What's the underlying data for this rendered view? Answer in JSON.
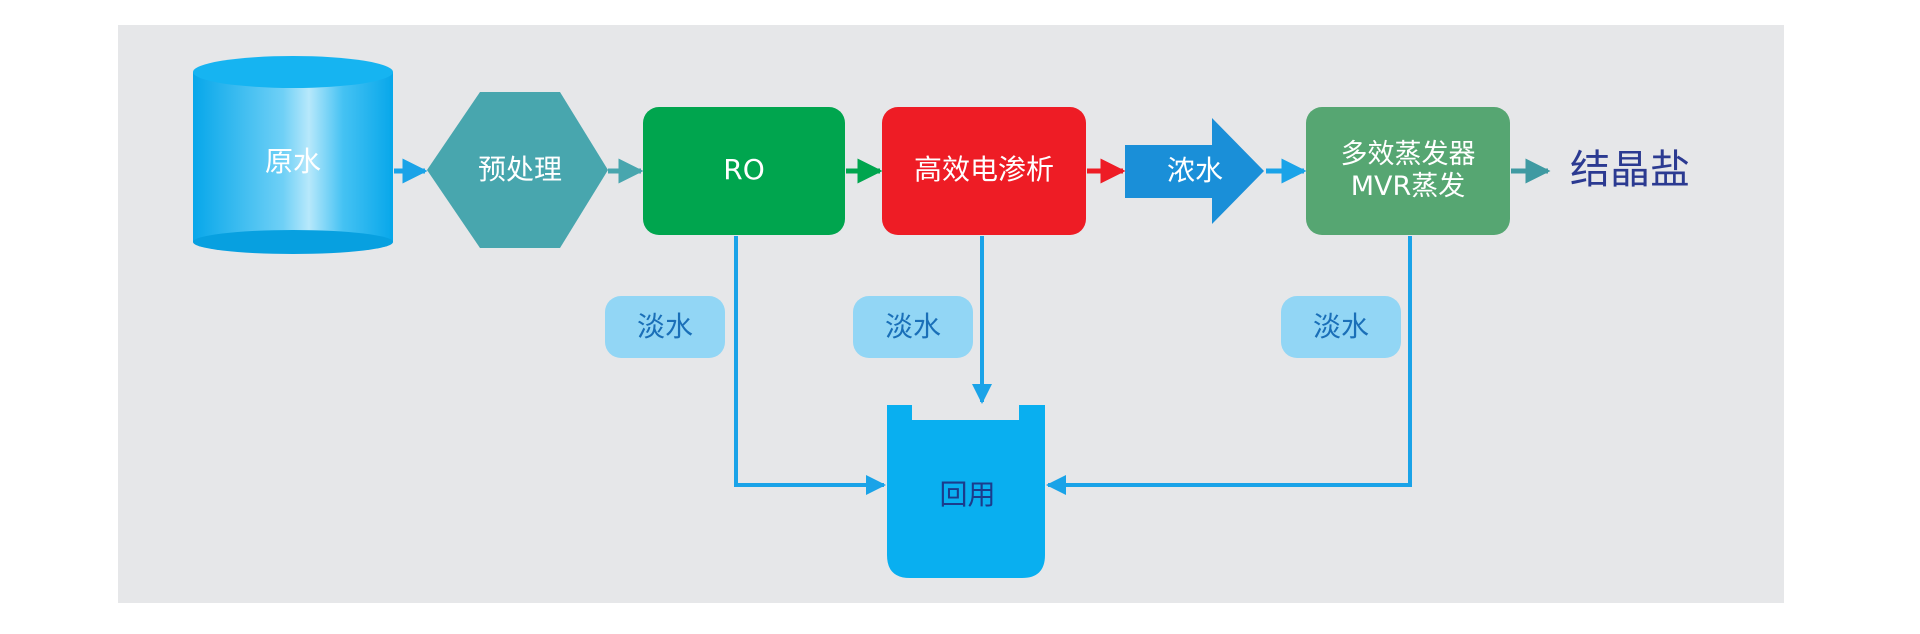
{
  "diagram": {
    "nodes": {
      "raw_water": "原水",
      "pretreatment": "预处理",
      "ro": "RO",
      "electrodialysis": "高效电渗析",
      "concentrate": "浓水",
      "evaporator": "多效蒸发器\nMVR蒸发",
      "crystal_salt": "结晶盐",
      "freshwater_1": "淡水",
      "freshwater_2": "淡水",
      "freshwater_3": "淡水",
      "reuse": "回用"
    }
  },
  "colors": {
    "panel": "#e6e7e9",
    "cylinder": "#09aff0",
    "hexagon": "#48a6ae",
    "ro": "#00a54e",
    "electrodialysis": "#ee1c25",
    "concentrate_arrow": "#1a8fd8",
    "evaporator": "#56a672",
    "crystal_salt_text": "#2b3a91",
    "freshwater_pill": "#92d6f5",
    "freshwater_text": "#1a6fb8",
    "reuse_tank": "#09aff0",
    "reuse_text": "#1b3c8c",
    "line_blue": "#1aa3e8",
    "arrow_green": "#00a54e",
    "arrow_red": "#ee1c25",
    "arrow_teal": "#48a6ae"
  }
}
